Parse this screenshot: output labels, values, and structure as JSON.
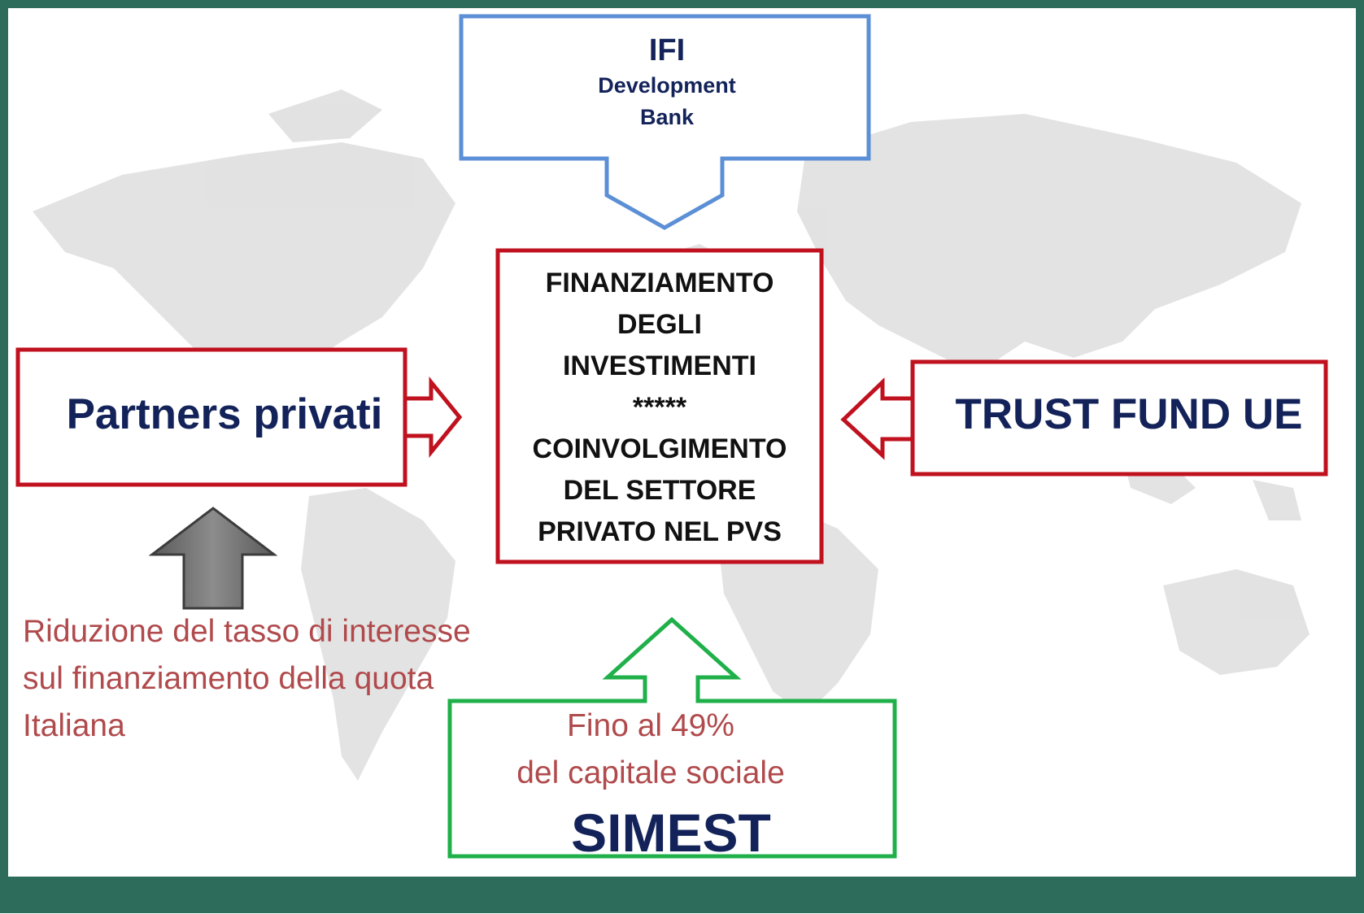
{
  "colors": {
    "frame": "#2d6b5a",
    "footer_bar": "#2d6b5a",
    "ifi_border": "#5b8fd6",
    "box_border": "#c0111f",
    "simest_border": "#1fb04a",
    "dark_navy": "#13235a",
    "muted_red": "#b04a4c",
    "grey_arrow": "#7a7a7a",
    "map": "#d4d4d4"
  },
  "ifi": {
    "title": "IFI",
    "subtitle": "Development\nBank"
  },
  "center": {
    "lines": [
      "FINANZIAMENTO",
      "DEGLI",
      "INVESTIMENTI",
      "*****",
      "COINVOLGIMENTO",
      "DEL SETTORE",
      "PRIVATO NEL PVS"
    ]
  },
  "partners": {
    "label": "Partners privati"
  },
  "trust_fund": {
    "label": "TRUST FUND UE"
  },
  "reduction": {
    "lines": [
      "Riduzione del tasso di interesse",
      "sul finanziamento della quota",
      "Italiana"
    ]
  },
  "simest": {
    "percentage": "Fino al 49%",
    "capital": "del capitale sociale",
    "name": "SIMEST"
  },
  "icons": {
    "background": "world-map",
    "grey_arrow": "arrow-up-icon"
  }
}
